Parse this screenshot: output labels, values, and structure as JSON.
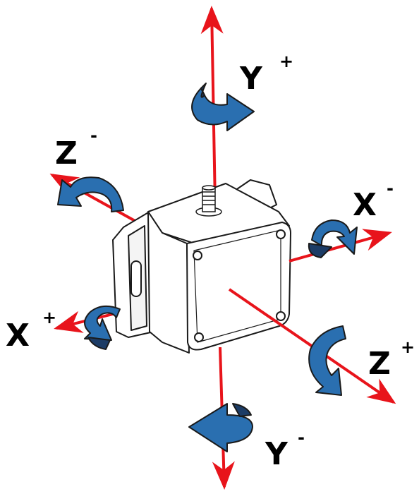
{
  "colors": {
    "axis": "#e8141b",
    "rotation": "#2a6fb0",
    "rotation_dark": "#1c3c66",
    "outline": "#1a1a1a",
    "body": "#ffffff"
  },
  "labels": {
    "y_plus": {
      "letter": "Y",
      "sign": "+"
    },
    "y_minus": {
      "letter": "Y",
      "sign": "-"
    },
    "x_plus": {
      "letter": "X",
      "sign": "+"
    },
    "x_minus": {
      "letter": "X",
      "sign": "-"
    },
    "z_plus": {
      "letter": "Z",
      "sign": "+"
    },
    "z_minus": {
      "letter": "Z",
      "sign": "-"
    }
  },
  "icons": {
    "device": "sensor-enclosure-icon",
    "connector": "antenna-connector-icon",
    "rotation": "rotation-arrow-icon"
  }
}
